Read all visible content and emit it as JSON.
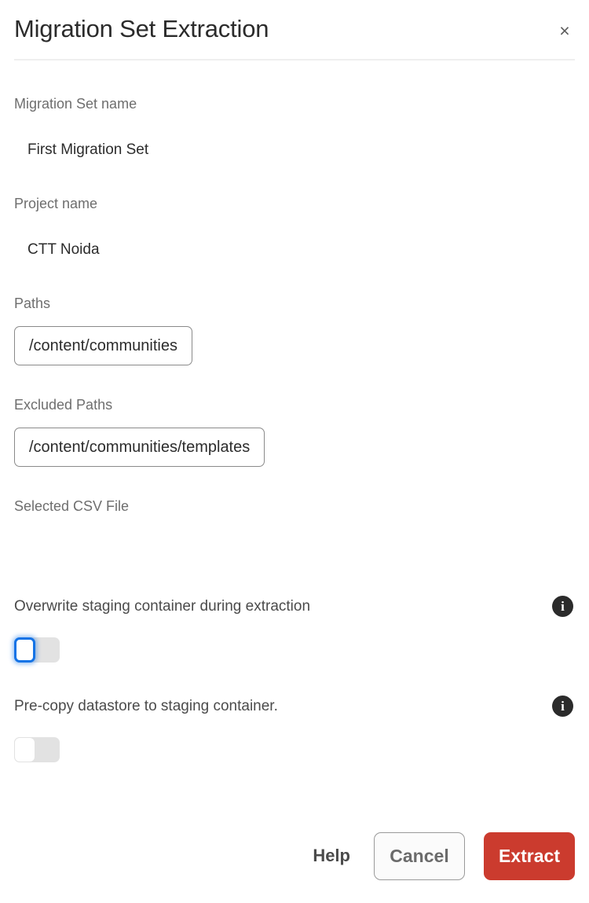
{
  "dialog": {
    "title": "Migration Set Extraction",
    "close_label": "×",
    "close_icon": "close-icon"
  },
  "fields": {
    "migration_set": {
      "label": "Migration Set name",
      "value": "First Migration Set"
    },
    "project": {
      "label": "Project name",
      "value": "CTT Noida"
    },
    "paths": {
      "label": "Paths",
      "chips": [
        "/content/communities"
      ]
    },
    "excluded_paths": {
      "label": "Excluded Paths",
      "chips": [
        "/content/communities/templates"
      ]
    },
    "csv_file": {
      "label": "Selected CSV File",
      "value": ""
    }
  },
  "switches": [
    {
      "label": "Overwrite staging container during extraction",
      "checked": false,
      "focused": true,
      "info_icon": "info-icon"
    },
    {
      "label": "Pre-copy datastore to staging container.",
      "checked": false,
      "focused": false,
      "info_icon": "info-icon"
    }
  ],
  "footer": {
    "help_label": "Help",
    "cancel_label": "Cancel",
    "extract_label": "Extract"
  },
  "colors": {
    "cta_red": "#cb3b2e",
    "focus_blue": "#1473e6",
    "label_gray": "#6e6e6e",
    "divider": "#efefef"
  }
}
